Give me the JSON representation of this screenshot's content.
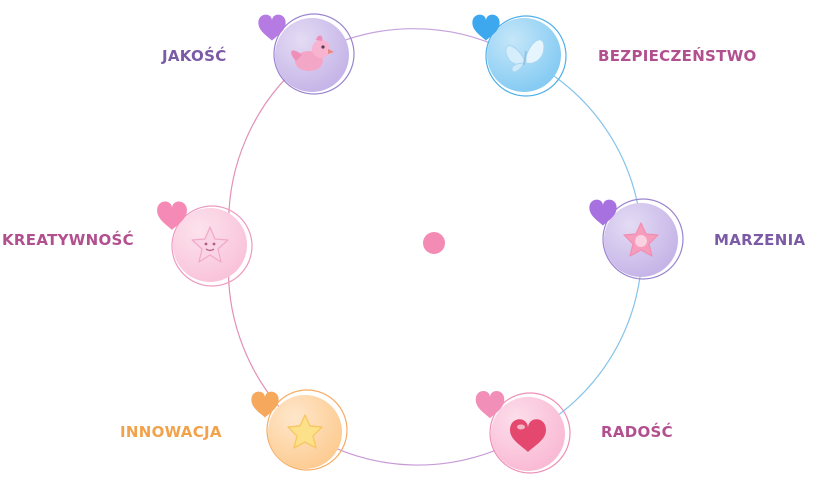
{
  "values": [
    {
      "id": "jakosc",
      "label": "JAKOŚĆ",
      "label_color": "#7b5aa6",
      "fill": "#c2b0e6",
      "ring": "#9b84d0",
      "heart": "#b57be3",
      "icon": "pink-bird-icon"
    },
    {
      "id": "bezpieczenstwo",
      "label": "BEZPIECZEŃSTWO",
      "label_color": "#b24f8f",
      "fill": "#7ec8f2",
      "ring": "#4fb0ea",
      "heart": "#3ea8ef",
      "icon": "butterfly-icon"
    },
    {
      "id": "marzenia",
      "label": "MARZENIA",
      "label_color": "#7b5aa6",
      "fill": "#c2b0e6",
      "ring": "#9b84d0",
      "heart": "#a772e0",
      "icon": "pink-star-icon"
    },
    {
      "id": "radosc",
      "label": "RADOŚĆ",
      "label_color": "#b24f8f",
      "fill": "#f9b6d2",
      "ring": "#ef8fb6",
      "heart": "#f28fb8",
      "icon": "heart-icon"
    },
    {
      "id": "innowacja",
      "label": "INNOWACJA",
      "label_color": "#f2a24a",
      "fill": "#fdc98c",
      "ring": "#f5ac63",
      "heart": "#f6a85d",
      "icon": "yellow-star-icon"
    },
    {
      "id": "kreatywnosc",
      "label": "KREATYWNOŚĆ",
      "label_color": "#b24f8f",
      "fill": "#f9c0d8",
      "ring": "#ef99bf",
      "heart": "#f48ab5",
      "icon": "smiling-star-icon"
    }
  ],
  "center_dot_color": "#f38bb4"
}
